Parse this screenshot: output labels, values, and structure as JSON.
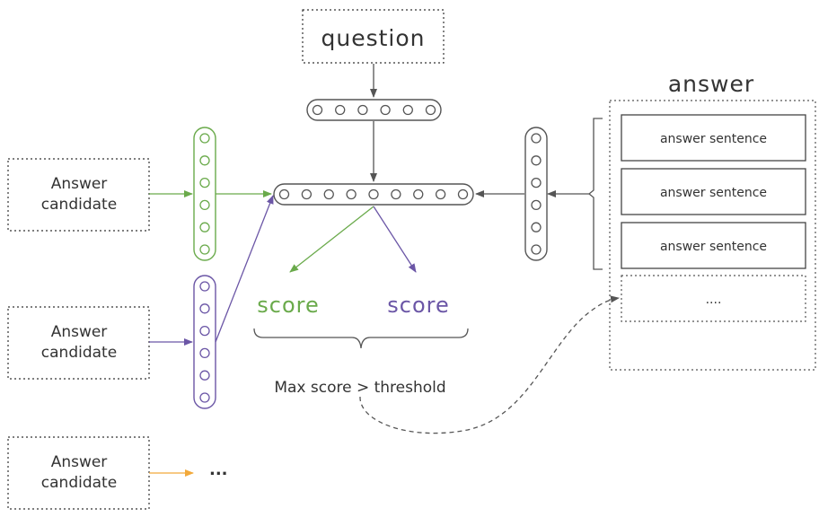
{
  "question": {
    "label": "question"
  },
  "answer": {
    "title": "answer",
    "sentences": [
      "answer sentence",
      "answer sentence",
      "answer sentence"
    ],
    "more": "...."
  },
  "candidates": [
    {
      "label_line1": "Answer",
      "label_line2": "candidate"
    },
    {
      "label_line1": "Answer",
      "label_line2": "candidate"
    },
    {
      "label_line1": "Answer",
      "label_line2": "candidate"
    }
  ],
  "scores": [
    "score",
    "score"
  ],
  "max_label": "Max score > threshold",
  "ellipsis": "...",
  "colors": {
    "green": "#6aaa4b",
    "purple": "#6b56a6",
    "orange": "#f2a93b",
    "gray": "#555555",
    "text": "#333333"
  }
}
